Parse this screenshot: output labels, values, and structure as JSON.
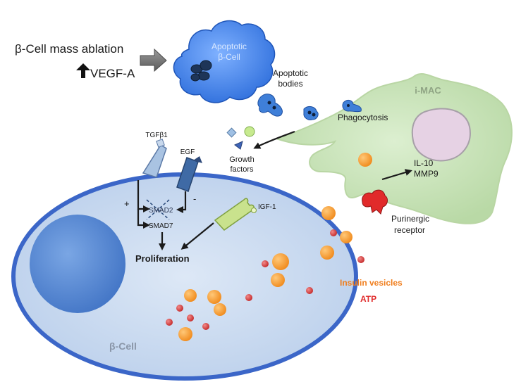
{
  "labels": {
    "ablation": "β-Cell mass ablation",
    "vegf": "VEGF-A",
    "apoptotic_line1": "Apoptotic",
    "apoptotic_line2": "β-Cell",
    "bodies_line1": "Apoptotic",
    "bodies_line2": "bodies",
    "imac": "i-MAC",
    "phagocytosis": "Phagocytosis",
    "tgfb1": "TGFβ1",
    "egf": "EGF",
    "growth_line1": "Growth",
    "growth_line2": "factors",
    "il10": "IL-10",
    "mmp9": "MMP9",
    "plus": "+",
    "minus": "-",
    "smad2": "SMAD2",
    "smad7": "SMAD7",
    "igf1": "IGF-1",
    "purinergic_line1": "Purinergic",
    "purinergic_line2": "receptor",
    "proliferation": "Proliferation",
    "insulin_vesicles": "Insulin vesicles",
    "atp": "ATP",
    "beta_cell": "β-Cell"
  },
  "colors": {
    "beta_cell_fill": "#c9daf0",
    "beta_cell_border": "#3b66c8",
    "nucleus": "#5b8fd6",
    "apoptotic_cell": "#3f7fe0",
    "imac_fill": "#cfe6c0",
    "imac_nucleus": "#e6d2e4",
    "insulin_vesicle": "#f7a23b",
    "atp": "#d43a3a",
    "insulin_label": "#f07f1f",
    "atp_label": "#e02b2b"
  }
}
